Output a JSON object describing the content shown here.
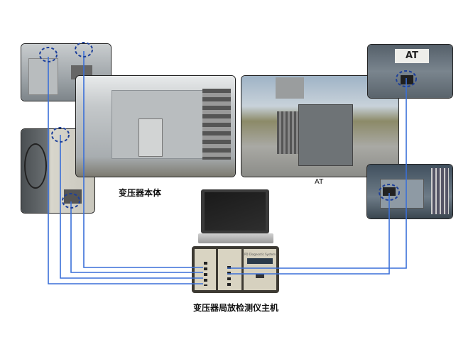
{
  "captions": {
    "transformer_body": "变压器本体",
    "at": "AT",
    "host": "变压器局放检测仪主机"
  },
  "labels": {
    "at_sign": "AT",
    "host_panel_title": "PD Diagnostic System"
  },
  "colors": {
    "cable": "#3a6fd8",
    "sensor_ring": "#1c3f9a"
  }
}
